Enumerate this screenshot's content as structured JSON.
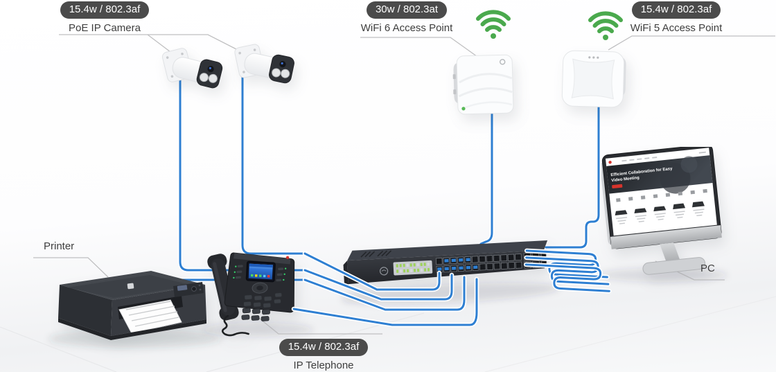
{
  "annotations": {
    "poe_camera": {
      "badge": "15.4w / 802.3af",
      "label": "PoE IP Camera"
    },
    "wifi6_ap": {
      "badge": "30w / 802.3at",
      "label": "WiFi 6 Access Point"
    },
    "wifi5_ap": {
      "badge": "15.4w / 802.3af",
      "label": "WiFi 5 Access Point"
    },
    "printer": {
      "label": "Printer"
    },
    "ip_phone": {
      "badge": "15.4w / 802.3af",
      "label": "IP Telephone"
    },
    "pc": {
      "label": "PC"
    }
  },
  "pc_screen": {
    "headline_line1": "Efficient Collaboration for Easy",
    "headline_line2": "Video Meeting"
  },
  "icons": {
    "wifi6_signal": "wifi-signal-icon",
    "wifi5_signal": "wifi-signal-icon"
  },
  "colors": {
    "cable_blue": "#2e7fd2",
    "wifi_green": "#4aa94d",
    "badge_bg": "#4b4b4b",
    "accent_red": "#d6342c"
  }
}
